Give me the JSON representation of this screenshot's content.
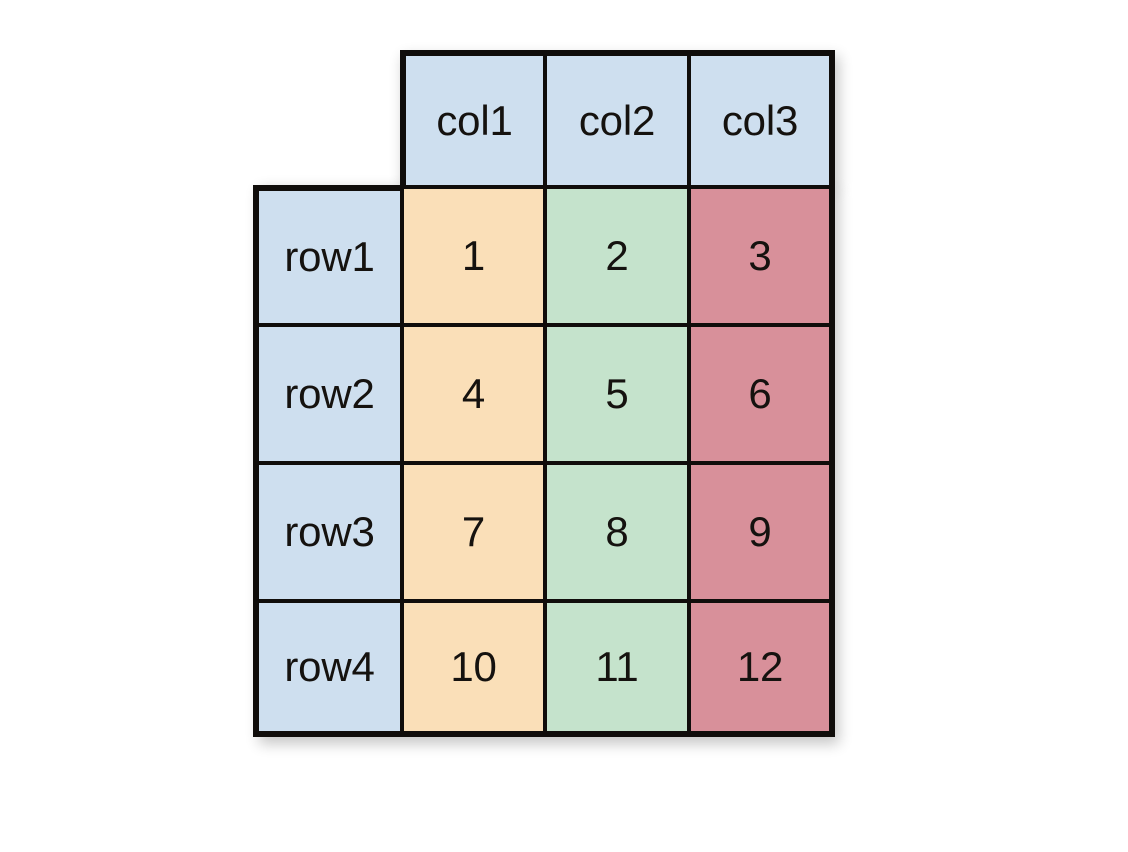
{
  "diagram": {
    "kind": "labeled-grid-table",
    "title": "",
    "background_color": "#ffffff",
    "border_color": "#100d0b",
    "text_color": "#15120f"
  },
  "table": {
    "corner_cell": "",
    "column_headers": [
      "col1",
      "col2",
      "col3"
    ],
    "row_headers": [
      "row1",
      "row2",
      "row3",
      "row4"
    ],
    "rows": [
      [
        "1",
        "2",
        "3"
      ],
      [
        "4",
        "5",
        "6"
      ],
      [
        "7",
        "8",
        "9"
      ],
      [
        "10",
        "11",
        "12"
      ]
    ],
    "header_fill": "#cedfef",
    "row_label_fill": "#cedfef",
    "column_fills": [
      "#fadfb8",
      "#c5e3cc",
      "#d8909a"
    ],
    "column_fill_names": [
      "peach",
      "mint-green",
      "dusty-rose"
    ]
  }
}
